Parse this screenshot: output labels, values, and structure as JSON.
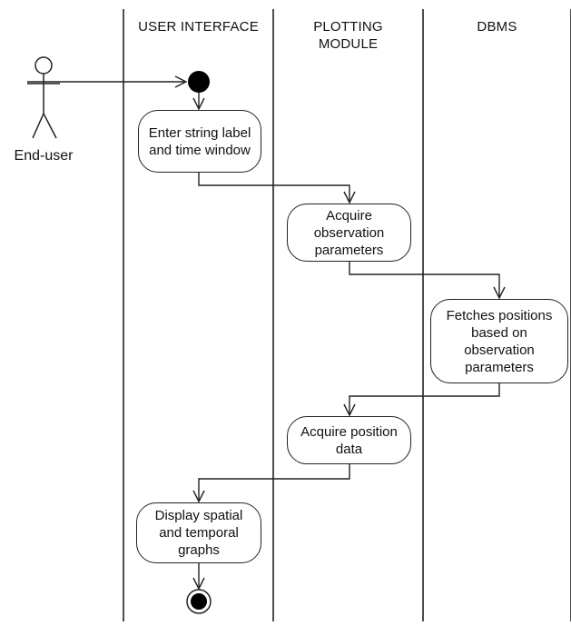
{
  "lanes": [
    "USER INTERFACE",
    "PLOTTING\nMODULE",
    "DBMS"
  ],
  "actor": {
    "name": "End-user"
  },
  "activities": [
    {
      "id": "enter",
      "label": "Enter string label and time window",
      "lane": "USER INTERFACE"
    },
    {
      "id": "acquire_obs",
      "label": "Acquire observation parameters",
      "lane": "PLOTTING MODULE"
    },
    {
      "id": "fetch",
      "label": "Fetches positions based on observation parameters",
      "lane": "DBMS"
    },
    {
      "id": "acquire_pos",
      "label": "Acquire position data",
      "lane": "PLOTTING MODULE"
    },
    {
      "id": "display",
      "label": "Display spatial and temporal graphs",
      "lane": "USER INTERFACE"
    }
  ],
  "flow": [
    "start",
    "enter",
    "acquire_obs",
    "fetch",
    "acquire_pos",
    "display",
    "end"
  ],
  "colors": {
    "line": "#222222",
    "node_fill": "#000000"
  }
}
